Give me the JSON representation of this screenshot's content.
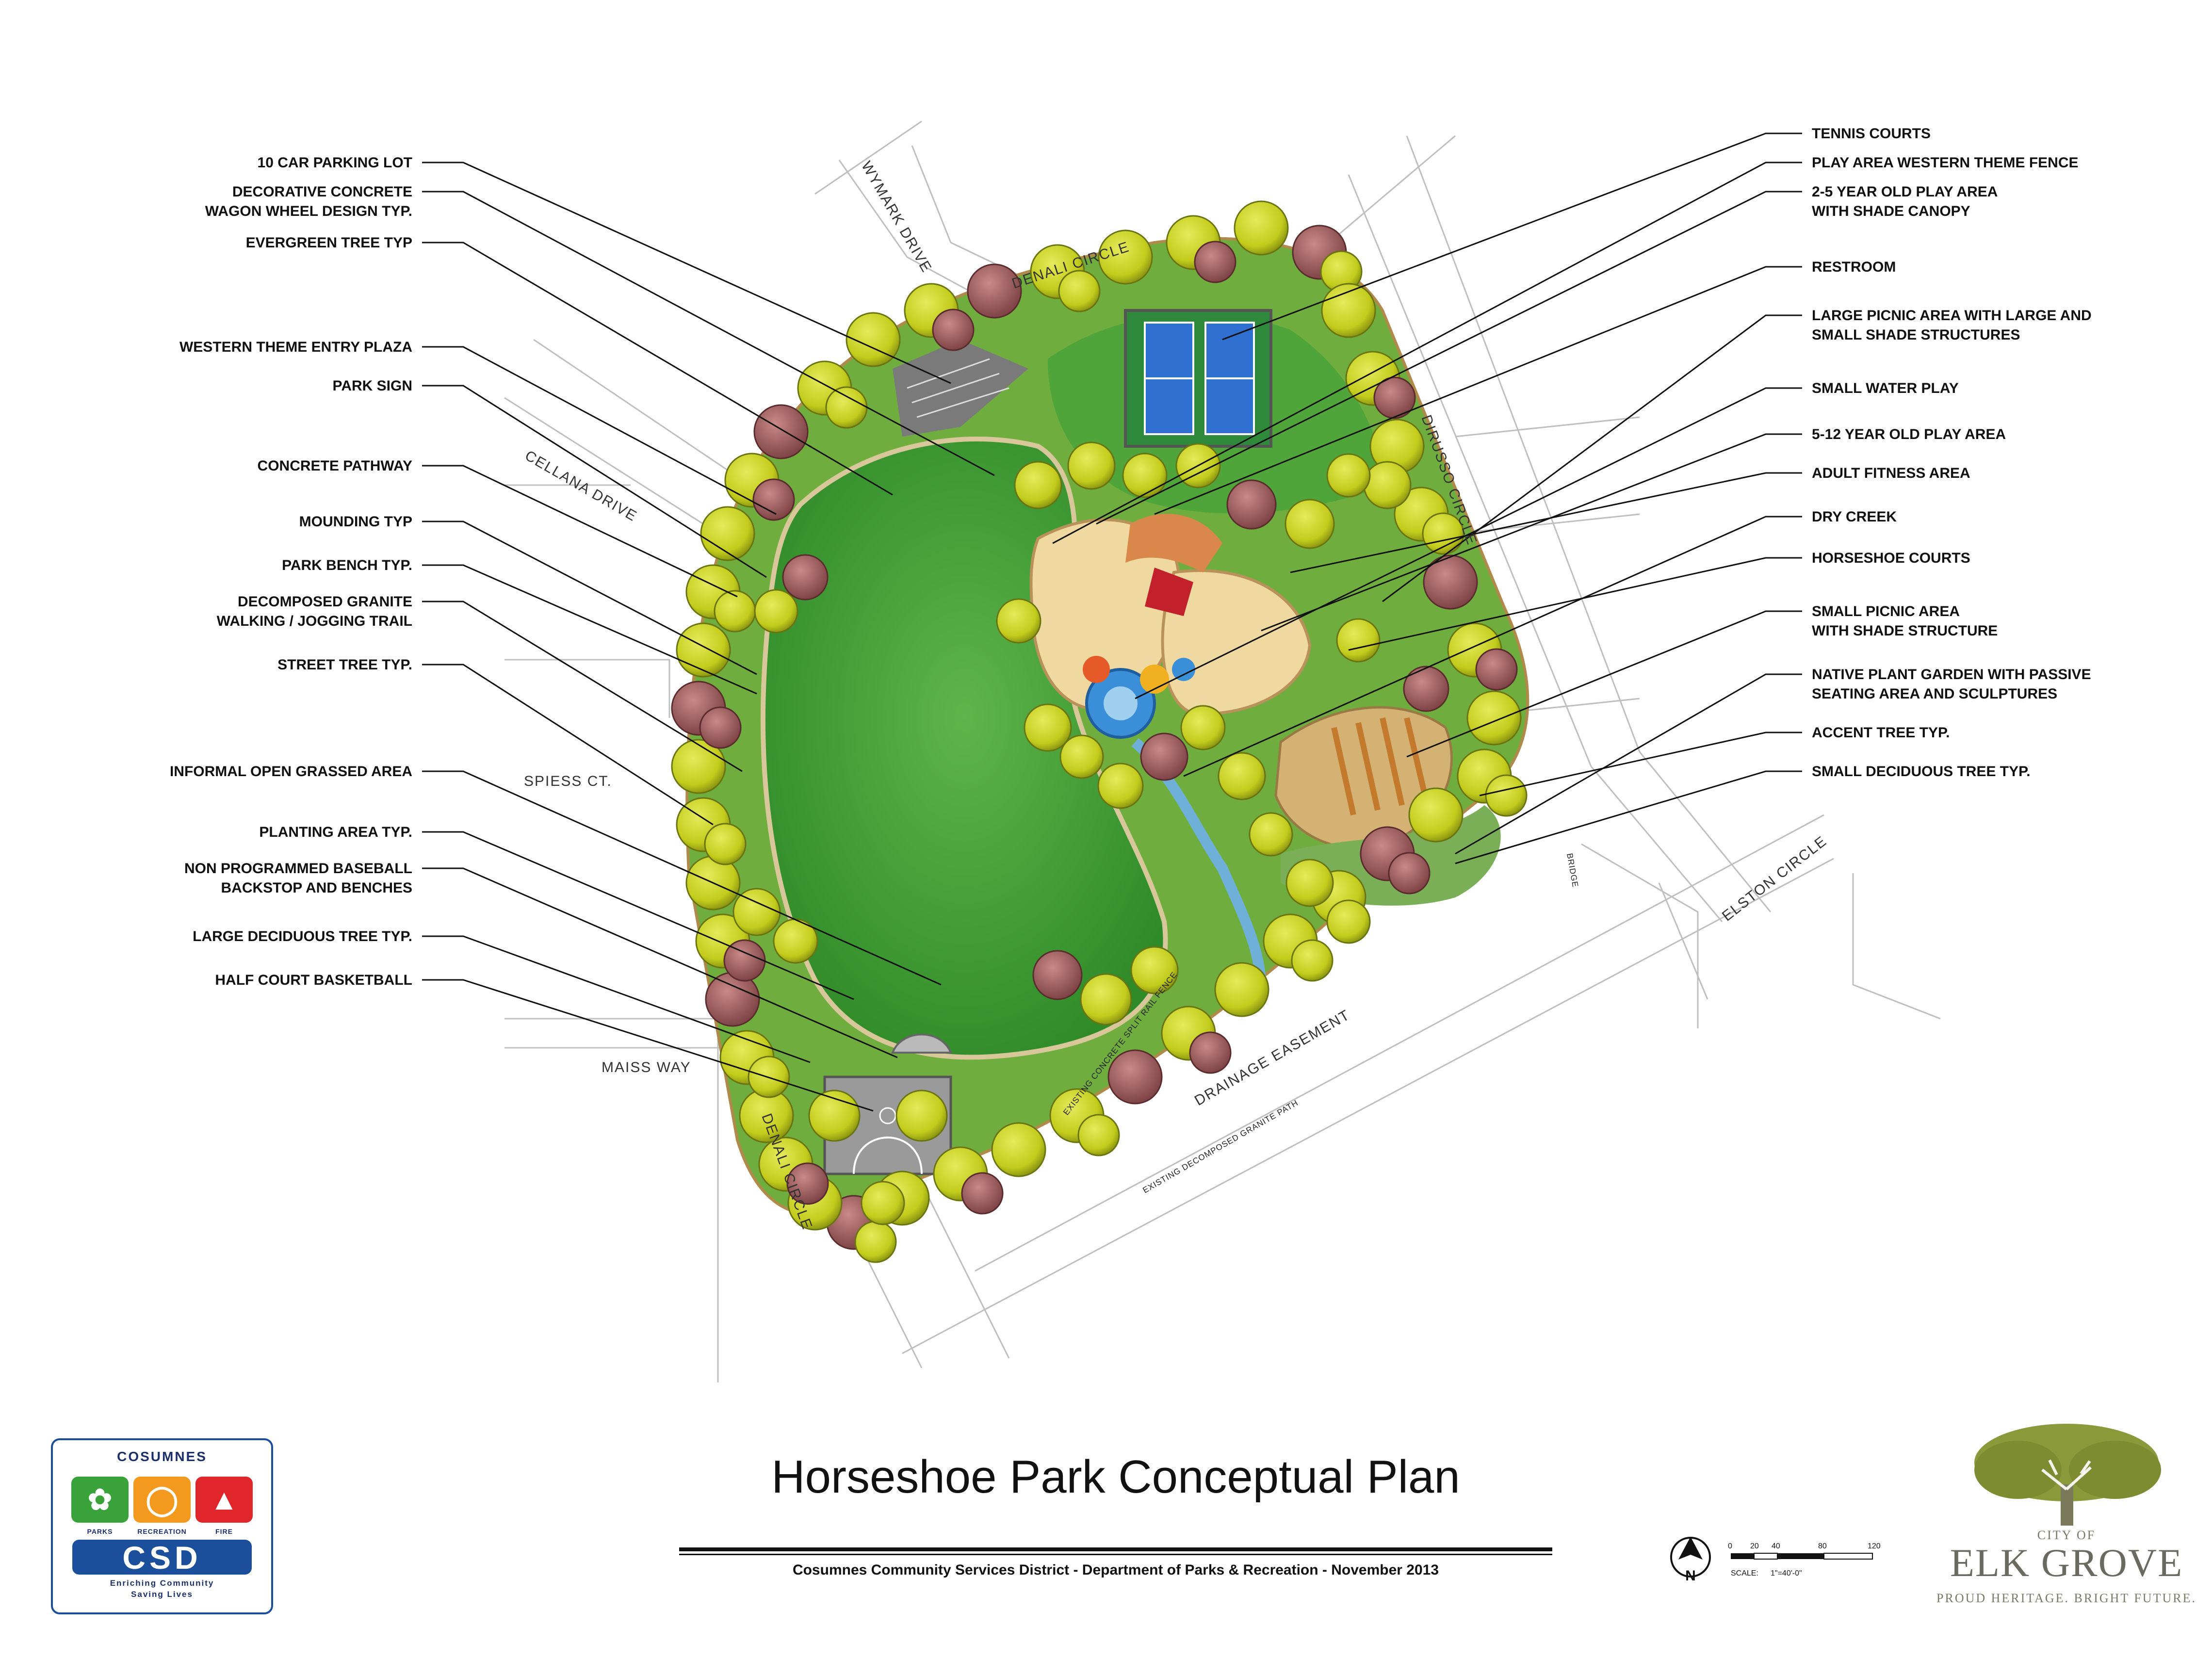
{
  "title": "Horseshoe Park Conceptual Plan",
  "subtitle": "Cosumnes Community Services District - Department of Parks & Recreation - November 2013",
  "left_labels": [
    {
      "lines": [
        "10 CAR PARKING LOT"
      ]
    },
    {
      "lines": [
        "DECORATIVE CONCRETE",
        "WAGON WHEEL DESIGN TYP."
      ]
    },
    {
      "lines": [
        "EVERGREEN TREE TYP"
      ]
    },
    {
      "lines": [
        "WESTERN THEME ENTRY PLAZA"
      ]
    },
    {
      "lines": [
        "PARK SIGN"
      ]
    },
    {
      "lines": [
        "CONCRETE PATHWAY"
      ]
    },
    {
      "lines": [
        "MOUNDING TYP"
      ]
    },
    {
      "lines": [
        "PARK BENCH TYP."
      ]
    },
    {
      "lines": [
        "DECOMPOSED GRANITE",
        "WALKING / JOGGING TRAIL"
      ]
    },
    {
      "lines": [
        "STREET TREE TYP."
      ]
    },
    {
      "lines": [
        "INFORMAL OPEN GRASSED AREA"
      ]
    },
    {
      "lines": [
        "PLANTING AREA TYP."
      ]
    },
    {
      "lines": [
        "NON PROGRAMMED BASEBALL",
        "BACKSTOP AND BENCHES"
      ]
    },
    {
      "lines": [
        "LARGE DECIDUOUS TREE TYP."
      ]
    },
    {
      "lines": [
        "HALF COURT BASKETBALL"
      ]
    }
  ],
  "right_labels": [
    {
      "lines": [
        "TENNIS COURTS"
      ]
    },
    {
      "lines": [
        "PLAY AREA WESTERN THEME FENCE"
      ]
    },
    {
      "lines": [
        "2-5 YEAR OLD PLAY AREA",
        "WITH SHADE CANOPY"
      ]
    },
    {
      "lines": [
        "RESTROOM"
      ]
    },
    {
      "lines": [
        "LARGE PICNIC AREA WITH LARGE AND",
        "SMALL SHADE STRUCTURES"
      ]
    },
    {
      "lines": [
        "SMALL WATER PLAY"
      ]
    },
    {
      "lines": [
        "5-12 YEAR OLD PLAY AREA"
      ]
    },
    {
      "lines": [
        "ADULT FITNESS AREA"
      ]
    },
    {
      "lines": [
        "DRY CREEK"
      ]
    },
    {
      "lines": [
        "HORSESHOE COURTS"
      ]
    },
    {
      "lines": [
        "SMALL PICNIC AREA",
        "WITH SHADE STRUCTURE"
      ]
    },
    {
      "lines": [
        "NATIVE PLANT GARDEN WITH PASSIVE",
        "SEATING AREA AND SCULPTURES"
      ]
    },
    {
      "lines": [
        "ACCENT TREE TYP."
      ]
    },
    {
      "lines": [
        "SMALL DECIDUOUS TREE TYP."
      ]
    }
  ],
  "streets": {
    "wymark": "WYMARK DRIVE",
    "denali_top": "DENALI CIRCLE",
    "cellana": "CELLANA DRIVE",
    "dirusso": "DIRUSSO CIRCLE",
    "spiess": "SPIESS CT.",
    "maiss": "MAISS WAY",
    "denali_bottom": "DENALI CIRCLE",
    "drainage": "DRAINAGE EASEMENT",
    "elston": "ELSTON CIRCLE",
    "bridge": "BRIDGE",
    "split_rail": "EXISTING CONCRETE SPLIT RAIL FENCE",
    "dg_path": "EXISTING DECOMPOSED GRANITE PATH"
  },
  "scale": {
    "ticks": [
      "0",
      "20",
      "40",
      "80",
      "120"
    ],
    "label": "SCALE:",
    "ratio": "1\"=40'-0\""
  },
  "north_label": "N",
  "csd_logo": {
    "brand": "COSUMNES",
    "captions": [
      "PARKS",
      "RECREATION",
      "FIRE"
    ],
    "wordmark": "CSD",
    "tagline1": "Enriching Community",
    "tagline2": "Saving Lives",
    "colors": [
      "#3aa23a",
      "#f39a1e",
      "#e0262b",
      "#1b4f9c"
    ]
  },
  "elkgrove_logo": {
    "city": "CITY OF",
    "name": "ELK GROVE",
    "motto": "PROUD HERITAGE. BRIGHT FUTURE.",
    "color": "#8a9a3a"
  },
  "colors": {
    "lawn": "#3f9a2f",
    "tree": "#c9d21a",
    "tree_dark": "#8e9a14",
    "accent_tree": "#a8585a",
    "court": "#2f6fd0",
    "sand": "#efd9a0"
  }
}
